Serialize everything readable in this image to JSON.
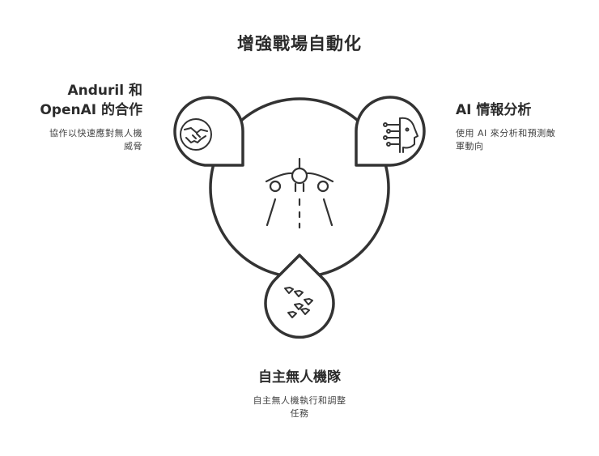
{
  "title": "增強戰場自動化",
  "nodes": {
    "left": {
      "heading_line1": "Anduril 和",
      "heading_line2": "OpenAI 的合作",
      "desc_line1": "協作以快速應對無人機",
      "desc_line2": "威脅",
      "icon": "handshake-icon"
    },
    "right": {
      "heading": "AI 情報分析",
      "desc_line1": "使用 AI 來分析和預測敵",
      "desc_line2": "軍動向",
      "icon": "ai-head-icon"
    },
    "bottom": {
      "heading": "自主無人機隊",
      "desc_line1": "自主無人機執行和調整",
      "desc_line2": "任務",
      "icon": "drone-swarm-icon"
    },
    "center": {
      "icon": "airplane-icon"
    }
  },
  "colors": {
    "stroke": "#333333",
    "background": "#ffffff"
  }
}
